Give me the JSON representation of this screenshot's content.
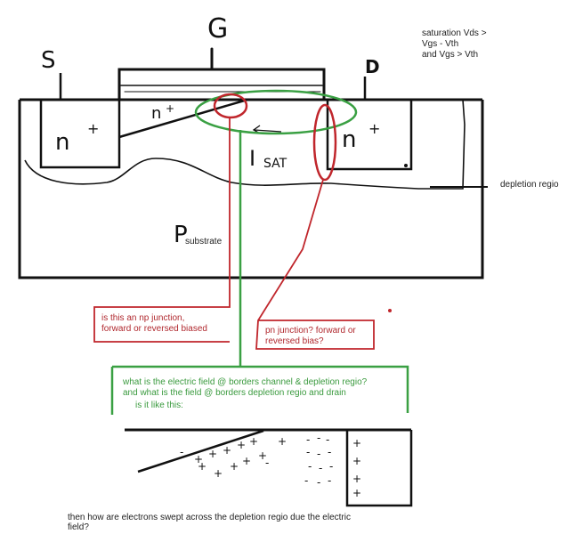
{
  "labels": {
    "gate": "G",
    "source": "S",
    "drain": "D",
    "n_plus_left": "n",
    "n_plus_right": "n",
    "plus": "+",
    "channel_n": "n",
    "channel_plus": "+",
    "current": "I",
    "current_sub": "SAT",
    "substrate_p": "P",
    "substrate_sub": "substrate",
    "depletion": "depletion regio"
  },
  "saturation_note": [
    "saturation Vds >",
    "Vgs - Vth",
    "and Vgs > Vth"
  ],
  "question_np": [
    "is this an np junction,",
    "forward or reversed biased"
  ],
  "question_pn": [
    "pn junction? forward or",
    "reversed bias?"
  ],
  "question_field": [
    "what is the electric field @ borders channel & depletion regio?",
    "and what is the field @ borders depletion regio and drain",
    "is it like this:"
  ],
  "bottom_question": [
    "then how are electrons swept across the depletion regio due the electric",
    "field?"
  ],
  "charges": {
    "minus": "-",
    "plus": "+"
  },
  "colors": {
    "ink": "#111111",
    "red": "#c0262c",
    "green": "#3aa043"
  }
}
